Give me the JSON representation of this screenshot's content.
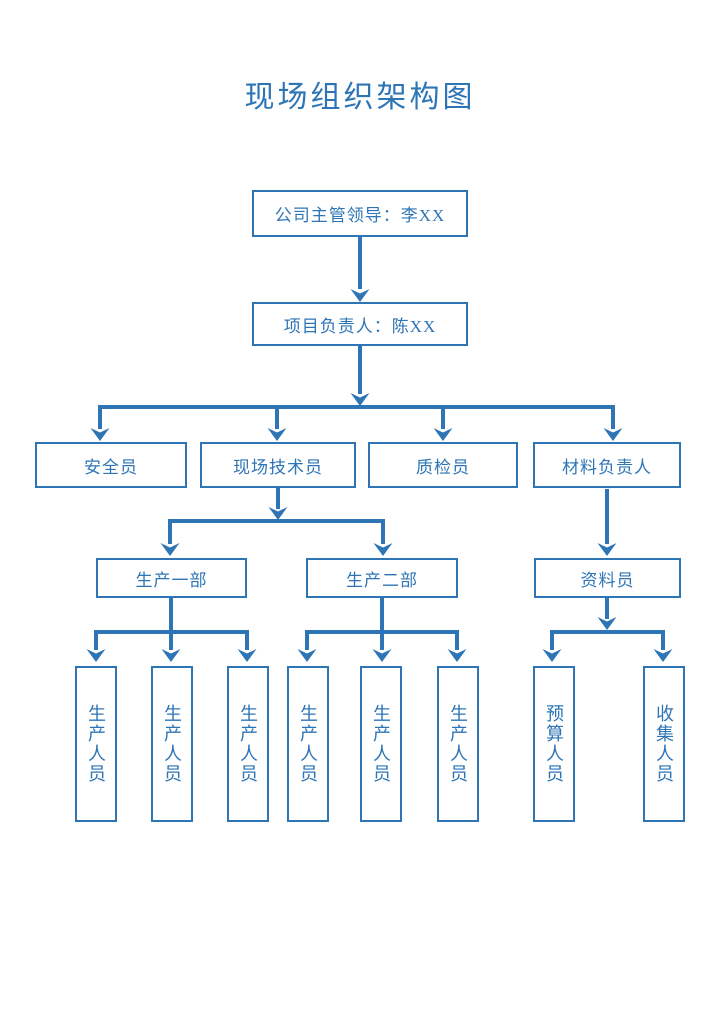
{
  "title": "现场组织架构图",
  "accent_color": "#2e75b6",
  "nodes": {
    "company_leader": "公司主管领导：李XX",
    "project_manager": "项目负责人：陈XX",
    "safety_officer": "安全员",
    "site_technician": "现场技术员",
    "quality_inspector": "质检员",
    "material_manager": "材料负责人",
    "production_dept1": "生产一部",
    "production_dept2": "生产二部",
    "document_clerk": "资料员",
    "production_staff": [
      "生产人员",
      "生产人员",
      "生产人员",
      "生产人员",
      "生产人员",
      "生产人员"
    ],
    "budget_staff": "预算人员",
    "collection_staff": "收集人员"
  }
}
